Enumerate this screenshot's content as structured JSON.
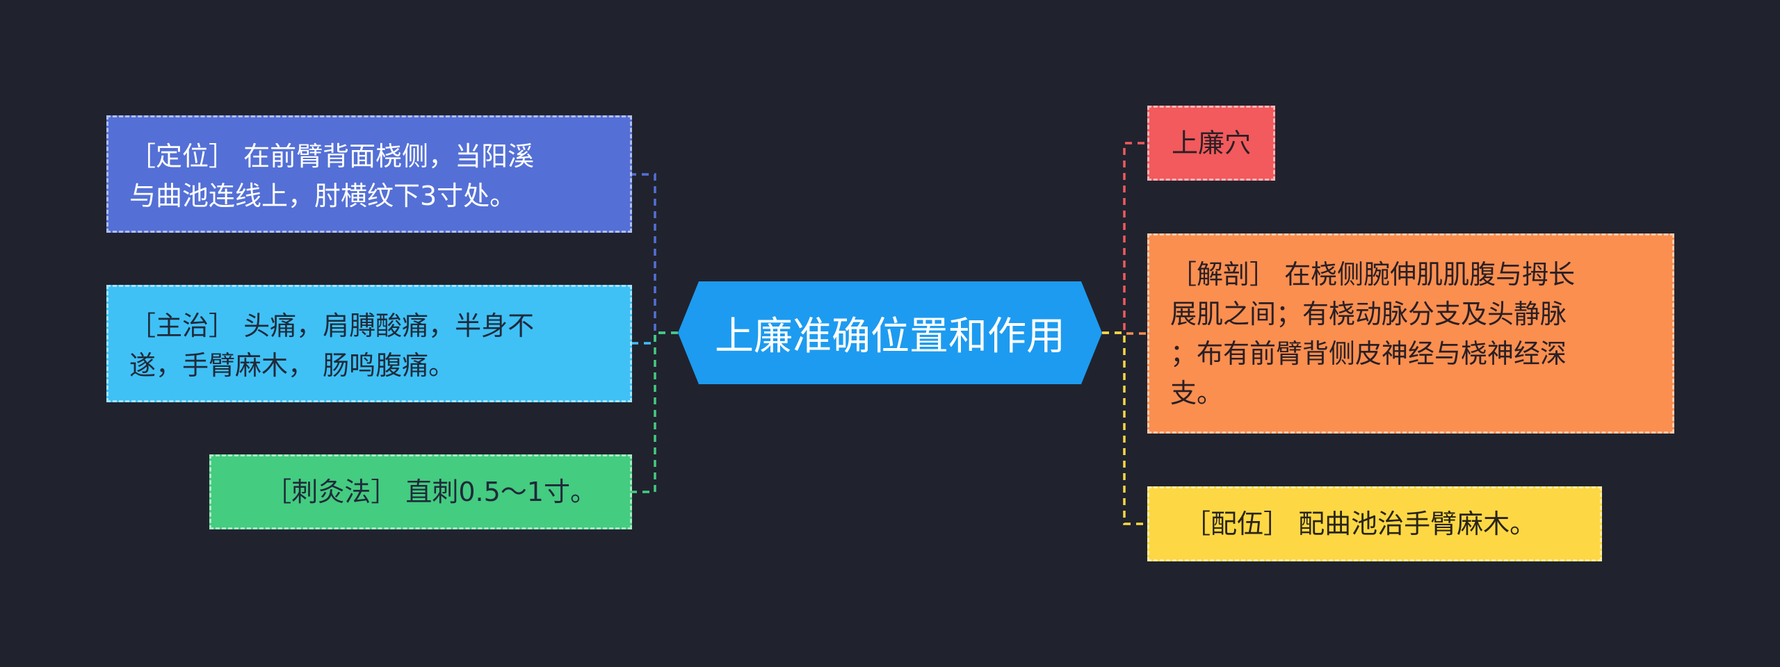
{
  "colors": {
    "background": "#20232e",
    "center": "#1d9bf0",
    "location": "#5470d6",
    "indication": "#3fc1f6",
    "needling": "#44cc80",
    "name": "#f25a5d",
    "anatomy": "#fa8f50",
    "combination": "#fdd844"
  },
  "center": {
    "label": "上廉准确位置和作用"
  },
  "left_nodes": [
    {
      "id": "location",
      "lines": [
        "［定位］ 在前臂背面桡侧，当阳溪",
        "与曲池连线上，肘横纹下3寸处。"
      ]
    },
    {
      "id": "indication",
      "lines": [
        "［主治］ 头痛，肩膊酸痛，半身不",
        "遂，手臂麻木， 肠鸣腹痛。"
      ]
    },
    {
      "id": "needling",
      "lines": [
        "［刺灸法］ 直刺0.5～1寸。"
      ]
    }
  ],
  "right_nodes": [
    {
      "id": "name",
      "lines": [
        "上廉穴"
      ]
    },
    {
      "id": "anatomy",
      "lines": [
        "［解剖］ 在桡侧腕伸肌肌腹与拇长",
        "展肌之间；有桡动脉分支及头静脉",
        "；布有前臂背侧皮神经与桡神经深",
        "支。"
      ]
    },
    {
      "id": "combination",
      "lines": [
        "［配伍］ 配曲池治手臂麻木。"
      ]
    }
  ]
}
